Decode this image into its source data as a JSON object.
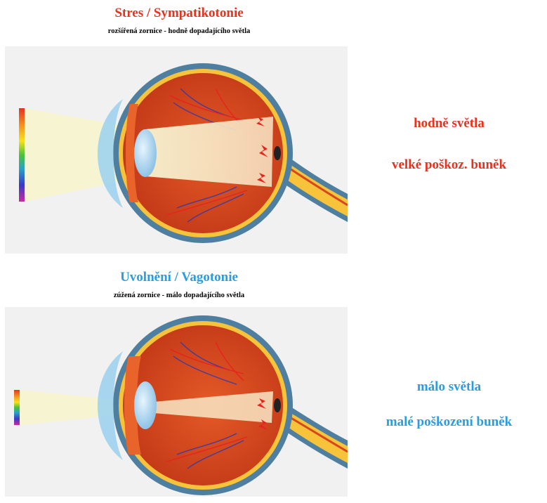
{
  "top": {
    "title": "Stres / Sympatikotonie",
    "subtitle": "rozšířená zornice - hodně dopadajícího světla",
    "side_line1": "hodně světla",
    "side_line2": "velké poškoz. buněk",
    "title_color": "#e8321e",
    "side_color": "#e8321e"
  },
  "bottom": {
    "title": "Uvolnění  / Vagotonie",
    "subtitle": "zúžená zornice - málo dopadajícího světla",
    "side_line1": "málo světla",
    "side_line2": "malé poškození buněk",
    "title_color": "#2a9de0",
    "side_color": "#2a9de0"
  },
  "colors": {
    "panel_bg": "#f1f1f1",
    "sclera_outer": "#4f7fa0",
    "eye_red": "#d8461e",
    "retina_yellow": "#f7c33a",
    "light_beam": "#f7f0c8",
    "lens": "#bfe0f5"
  }
}
